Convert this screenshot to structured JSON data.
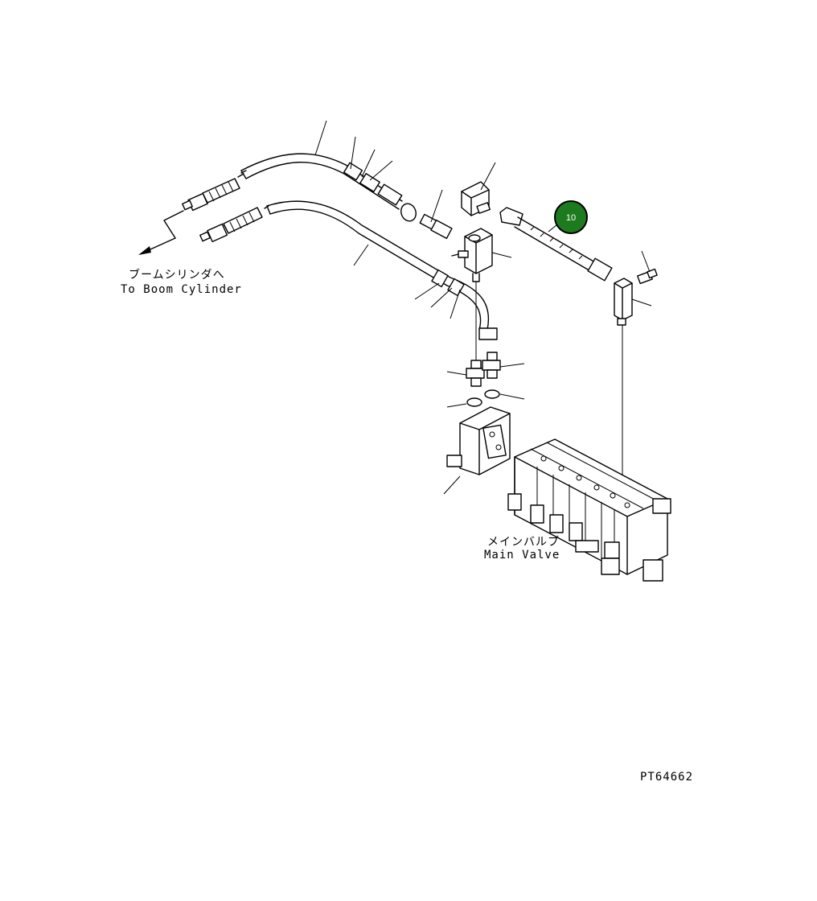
{
  "labels": {
    "boom_jp": "ブームシリンダへ",
    "boom_en": "To Boom Cylinder",
    "valve_jp": "メインバルブ",
    "valve_en": "Main Valve",
    "drawing_no": "PT64662"
  },
  "callout": {
    "number": "10",
    "color": "#1e7a1e"
  }
}
